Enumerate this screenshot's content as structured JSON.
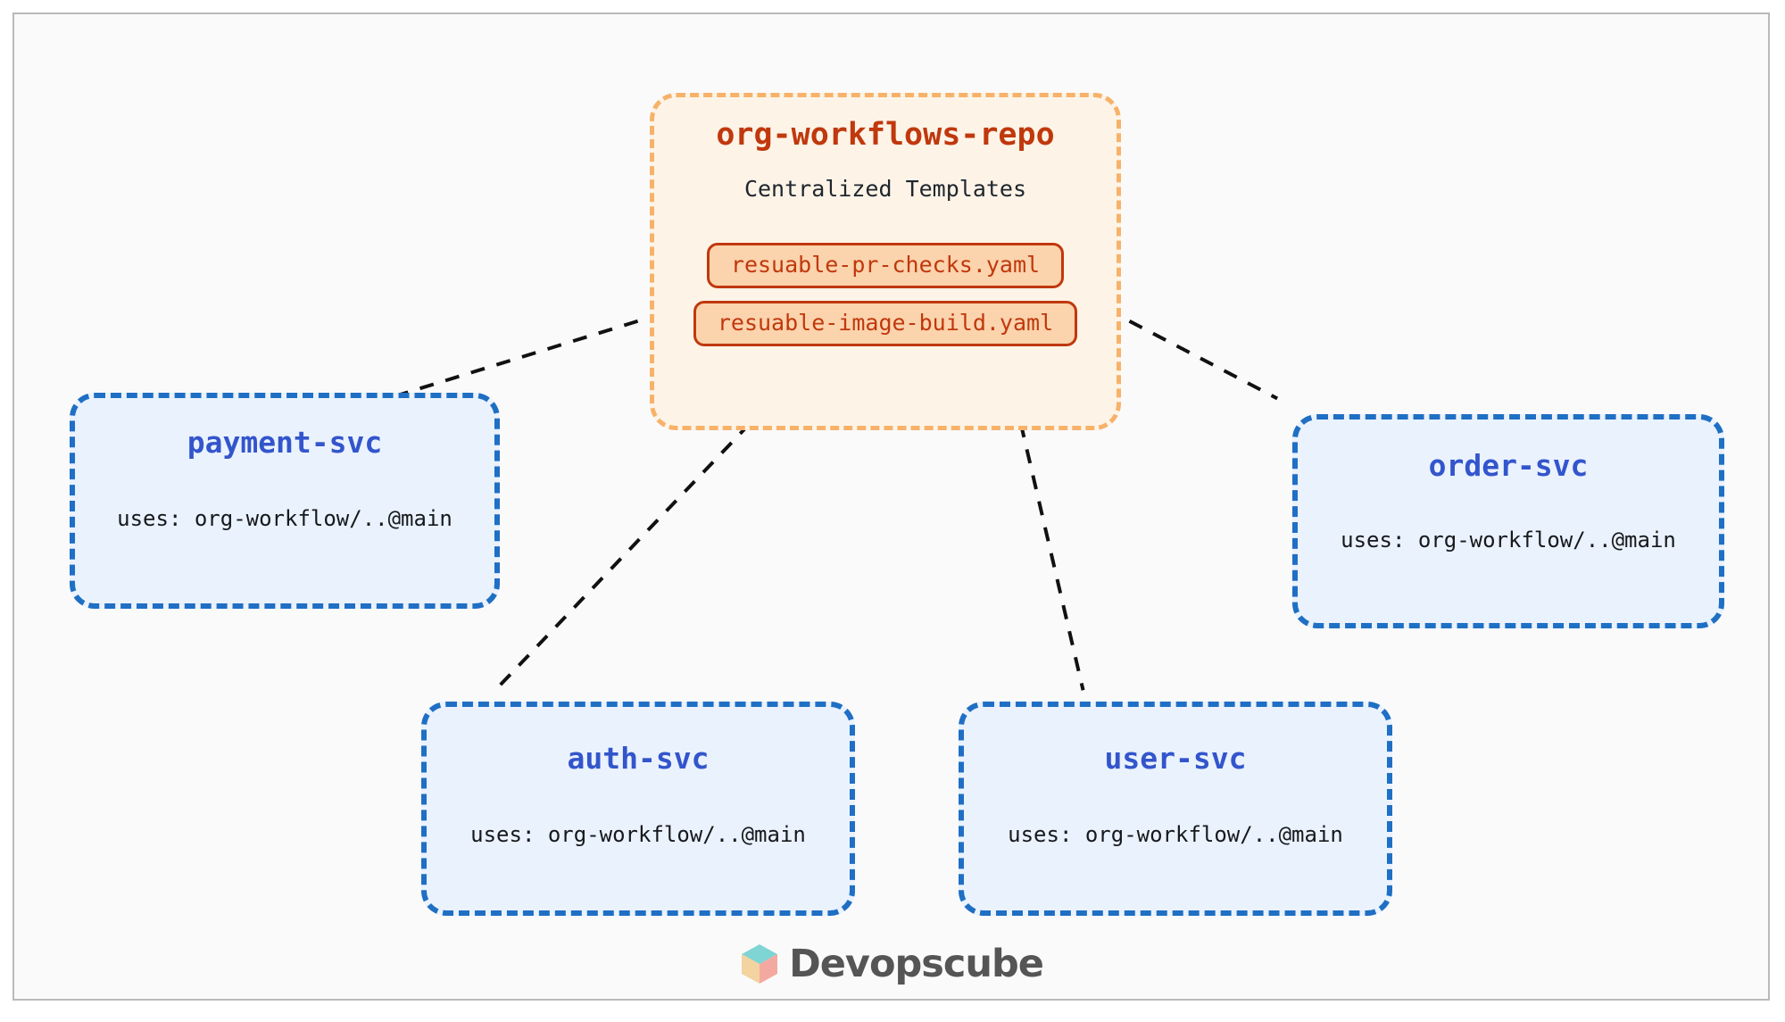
{
  "canvas": {
    "background": "#fafafa",
    "border_color": "#b9b9b9"
  },
  "hub": {
    "title": "org-workflows-repo",
    "subtitle": "Centralized Templates",
    "title_color": "#c0380d",
    "border_color": "#f7b26a",
    "fill_color": "#fdf4e7",
    "badges": [
      {
        "label": "resuable-pr-checks.yaml"
      },
      {
        "label": "resuable-image-build.yaml"
      }
    ],
    "badge_fill": "#fbd3ac",
    "badge_border": "#c0380d"
  },
  "services": [
    {
      "id": "payment",
      "name": "payment-svc",
      "uses": "uses: org-workflow/..@main"
    },
    {
      "id": "order",
      "name": "order-svc",
      "uses": "uses: org-workflow/..@main"
    },
    {
      "id": "auth",
      "name": "auth-svc",
      "uses": "uses: org-workflow/..@main"
    },
    {
      "id": "user",
      "name": "user-svc",
      "uses": "uses: org-workflow/..@main"
    }
  ],
  "service_style": {
    "title_color": "#3355cc",
    "border_color": "#1f6fc4",
    "fill_color": "#eaf2fd"
  },
  "connectors": {
    "color": "#111111",
    "style": "dashed",
    "links": [
      {
        "from": "hub",
        "to": "payment"
      },
      {
        "from": "hub",
        "to": "order"
      },
      {
        "from": "hub",
        "to": "auth"
      },
      {
        "from": "hub",
        "to": "user"
      }
    ]
  },
  "brand": {
    "text": "Devopscube",
    "text_color": "#555555",
    "cube_top_color": "#7fd4d4",
    "cube_left_color": "#f3d3a0",
    "cube_right_color": "#f4a9a0"
  }
}
